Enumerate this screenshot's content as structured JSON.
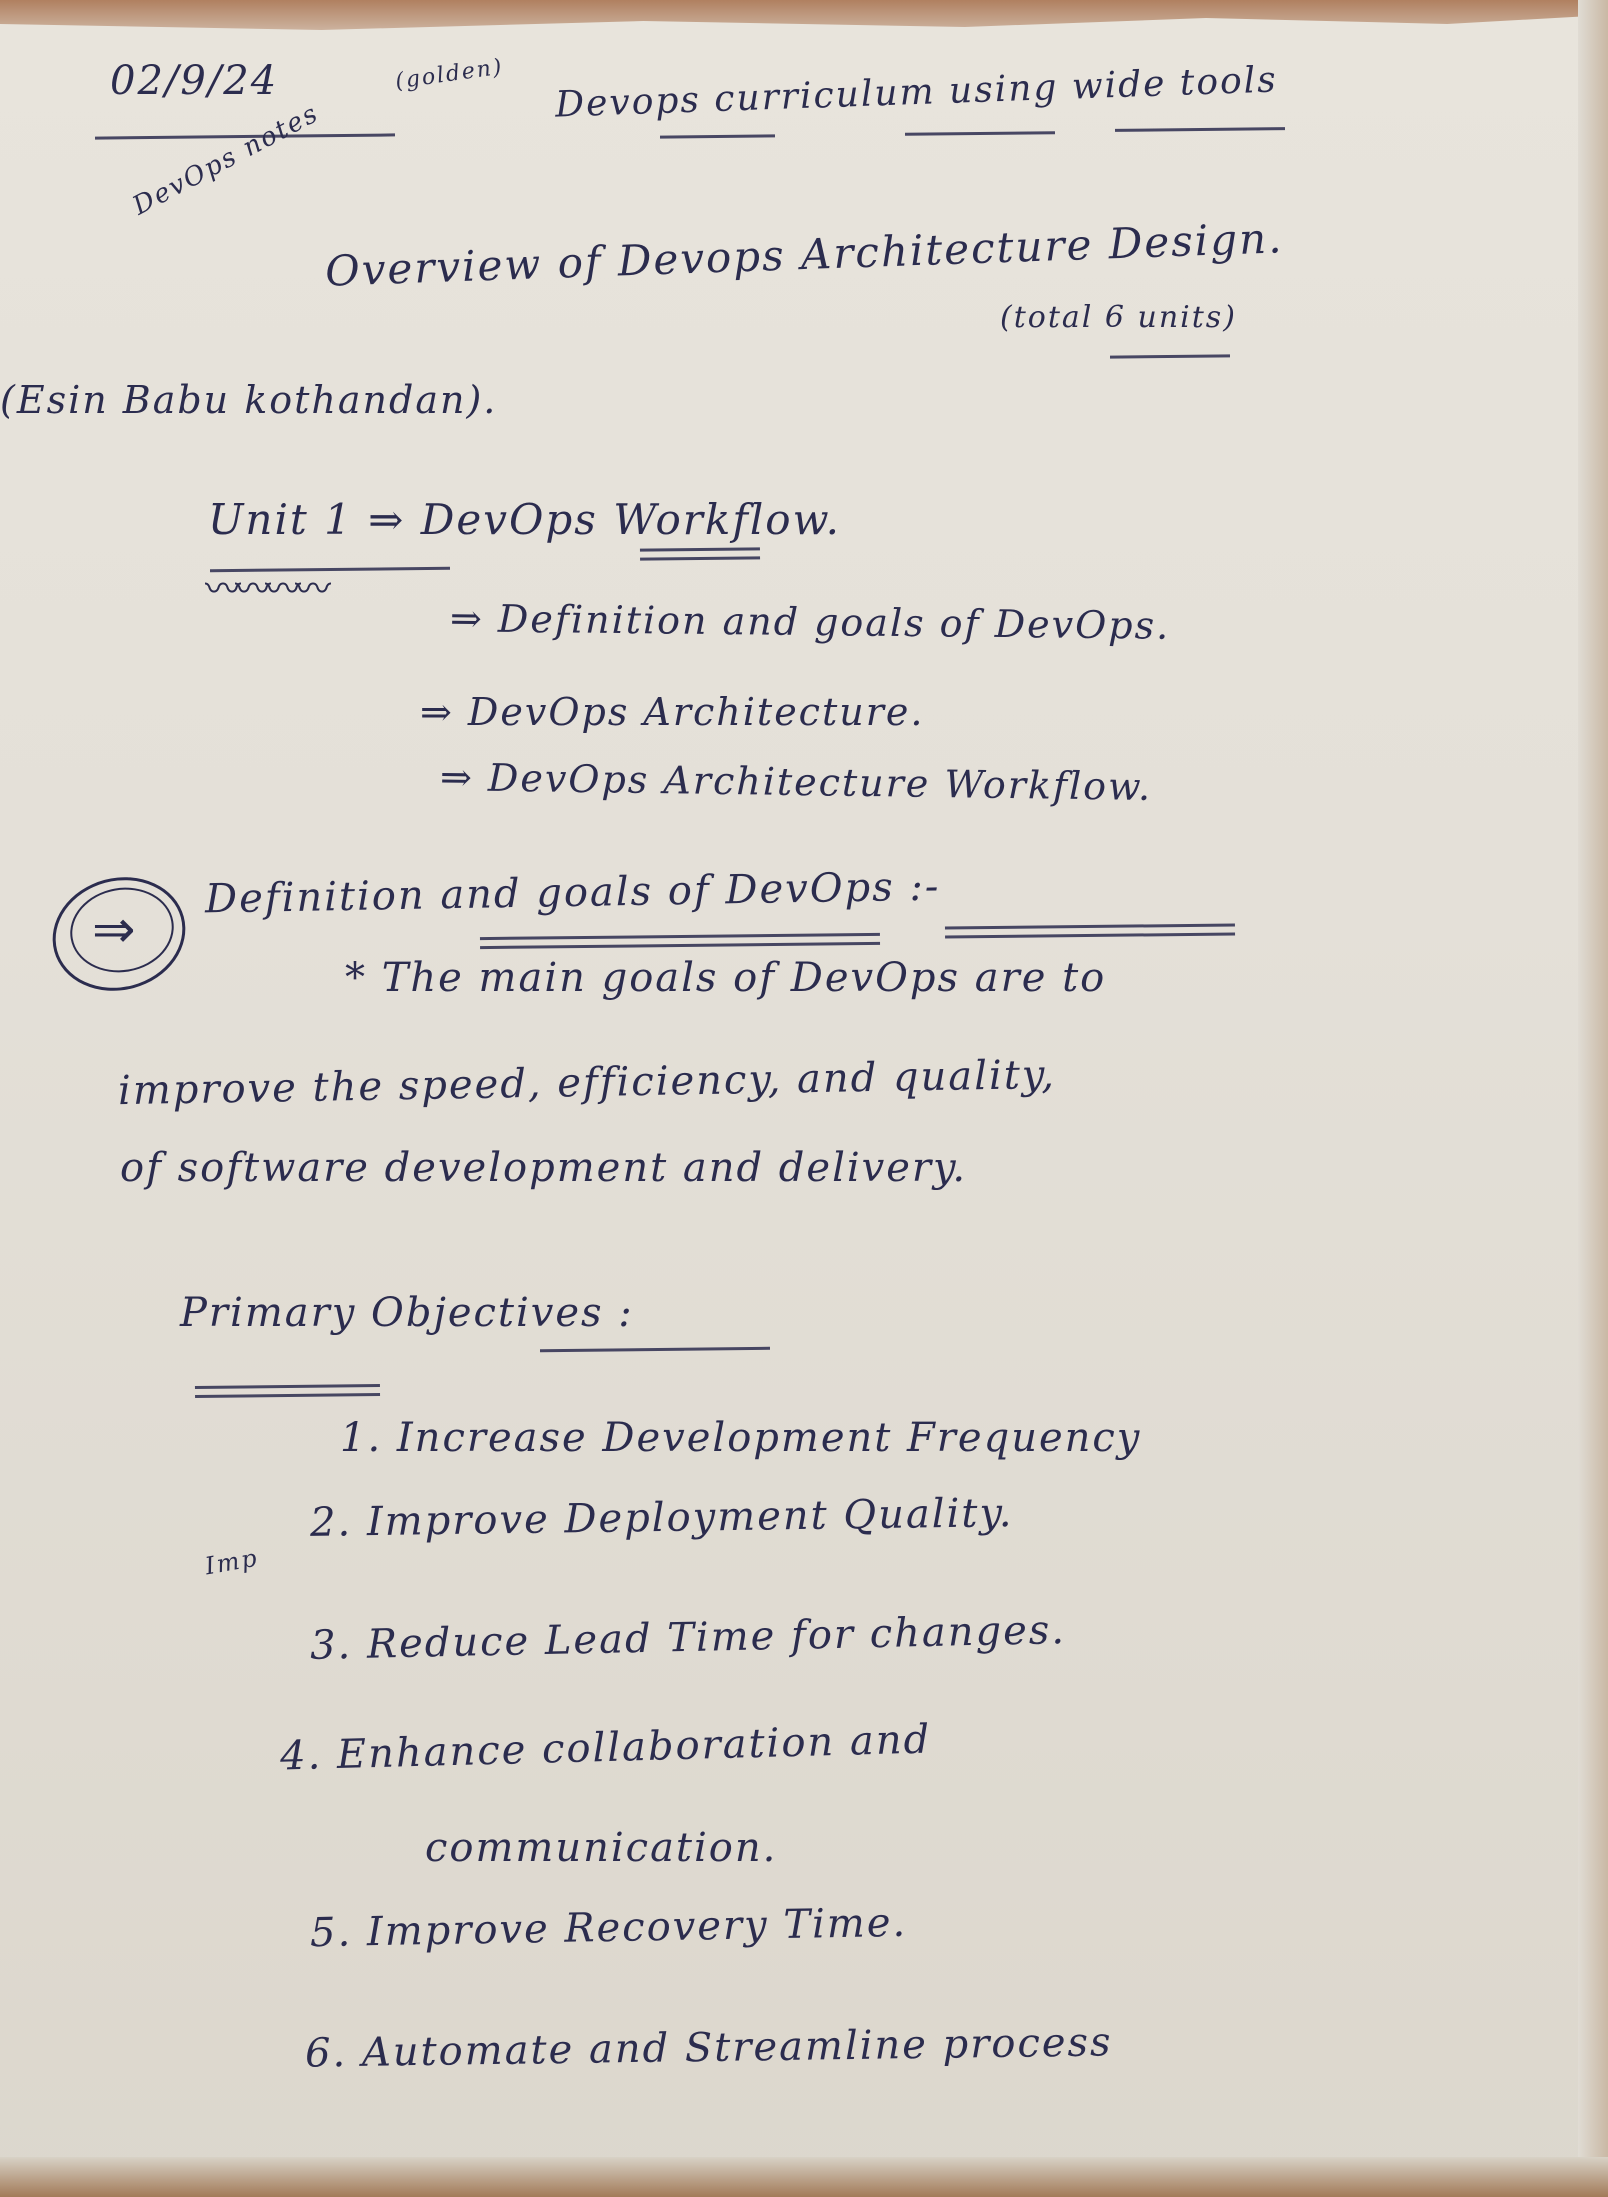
{
  "header": {
    "date": "02/9/24",
    "date_note": "(golden)",
    "title": "Devops curriculum using wide tools",
    "margin_note": "DevOps notes"
  },
  "overview": {
    "title": "Overview of Devops Architecture Design.",
    "subtitle": "(total 6 units)",
    "author": "(Esin Babu kothandan)."
  },
  "unit": {
    "heading": "Unit 1 ⇒ DevOps Workflow.",
    "items": [
      "⇒ Definition and goals of DevOps.",
      "⇒ DevOps Architecture.",
      "⇒ DevOps Architecture Workflow."
    ]
  },
  "section": {
    "marker": "⇒",
    "heading": "Definition and goals of DevOps :-",
    "paragraph_lines": [
      "* The main goals of DevOps are to",
      "improve the speed, efficiency, and quality,",
      "of software development and delivery."
    ]
  },
  "objectives": {
    "heading": "Primary Objectives :",
    "margin_note": "Imp",
    "items": [
      "1. Increase Development Frequency",
      "2. Improve Deployment Quality.",
      "3. Reduce Lead Time for changes.",
      "4. Enhance collaboration and",
      "communication.",
      "5. Improve Recovery Time.",
      "6. Automate and Streamline process"
    ]
  }
}
